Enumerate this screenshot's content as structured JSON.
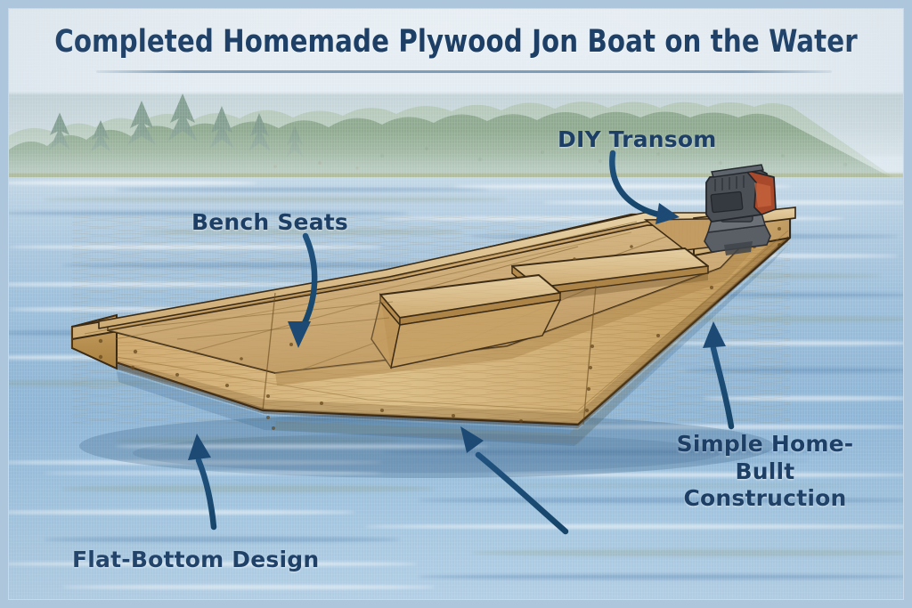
{
  "header": {
    "title": "Completed Homemade Plywood Jon Boat on the Water"
  },
  "annotations": [
    {
      "id": "transom",
      "label": "DIY Transom",
      "target": "outboard motor transom",
      "arrow": "curved-down-right"
    },
    {
      "id": "bench",
      "label": "Bench Seats",
      "target": "boat bench seat",
      "arrow": "curved-down"
    },
    {
      "id": "simple",
      "label": "Simple Home-Bullt\nConstruction",
      "target": "hull side plywood",
      "arrow": "curved-up"
    },
    {
      "id": "flat",
      "label": "Flat-Bottom Design",
      "target": "boat hull bottom",
      "arrow": "curved-up-right"
    }
  ],
  "illustration": {
    "subject": "homemade plywood jon boat floating on a lake",
    "style": "watercolor and ink illustration",
    "elements": [
      "flat-bottom plywood jon boat",
      "two bench seats",
      "transom with small outboard motor",
      "lake water with ripples",
      "tree line of pines and deciduous trees",
      "hazy sky"
    ]
  },
  "colors": {
    "title_navy": "#1d3f66",
    "label_navy": "#1d3f66",
    "arrow_navy": "#1d4a75",
    "frame_blue": "#aec6dc",
    "water_blue": "#9dbfda",
    "wood_light": "#d8bd8f",
    "wood_mid": "#c59a63",
    "wood_dark": "#a87c47",
    "tree_green": "#8fa98c",
    "motor_body": "#4b4f55",
    "motor_accent": "#a8492c"
  }
}
